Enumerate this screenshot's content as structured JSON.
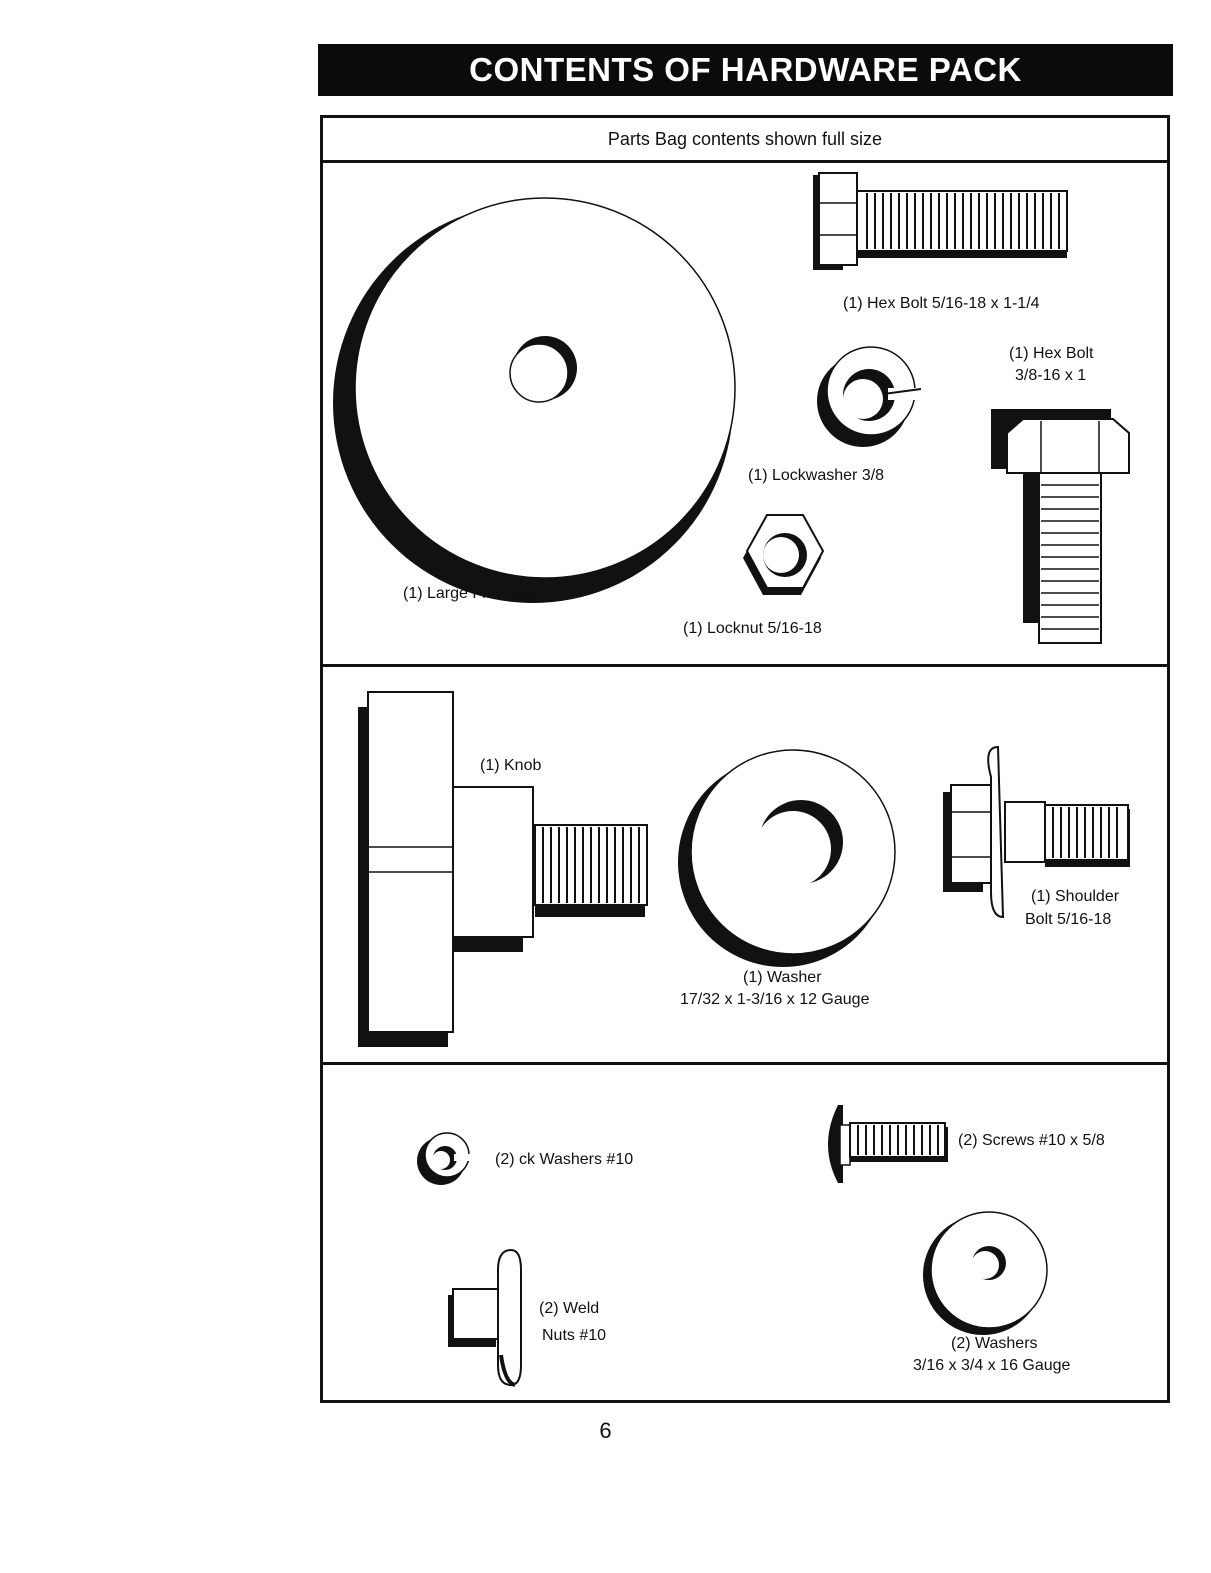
{
  "title": "CONTENTS OF HARDWARE PACK",
  "subtitle": "Parts Bag contents shown full size",
  "parts": {
    "large_flat_washer": "(1) Large Flat Washer",
    "hex_bolt_a": "(1) Hex Bolt  5/16-18 x 1-1/4",
    "hex_bolt_b_line1": "(1) Hex Bolt",
    "hex_bolt_b_line2": "3/8-16 x 1",
    "lockwasher": "(1) Lockwasher  3/8",
    "locknut": "(1) Locknut  5/16-18",
    "knob": "(1) Knob",
    "washer_line1": "(1) Washer",
    "washer_line2": "17/32 x 1-3/16 x 12 Gauge",
    "shoulder_bolt_line1": "(1) Shoulder",
    "shoulder_bolt_line2": "Bolt  5/16-18",
    "lock_washers_10": "(2)    ck Washers  #10",
    "screws_10": "(2) Screws  #10 x 5/8",
    "weld_nuts_line1": "(2) Weld",
    "weld_nuts_line2": "Nuts  #10",
    "washers_small_line1": "(2) Washers",
    "washers_small_line2": "3/16 x 3/4 x 16 Gauge"
  },
  "page_number": "6"
}
